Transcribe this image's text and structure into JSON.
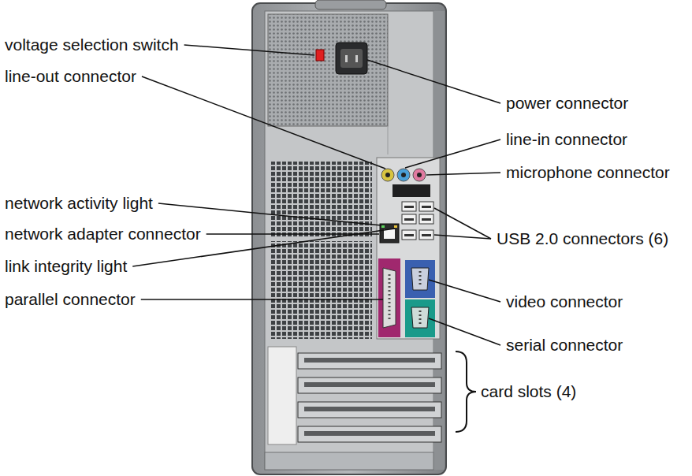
{
  "diagram": {
    "labels": [
      "voltage selection switch",
      "line-out connector",
      "power connector",
      "line-in connector",
      "microphone connector",
      "network activity light",
      "network adapter connector",
      "link integrity light",
      "USB 2.0 connectors (6)",
      "parallel connector",
      "video connector",
      "serial connector",
      "card slots (4)"
    ]
  }
}
